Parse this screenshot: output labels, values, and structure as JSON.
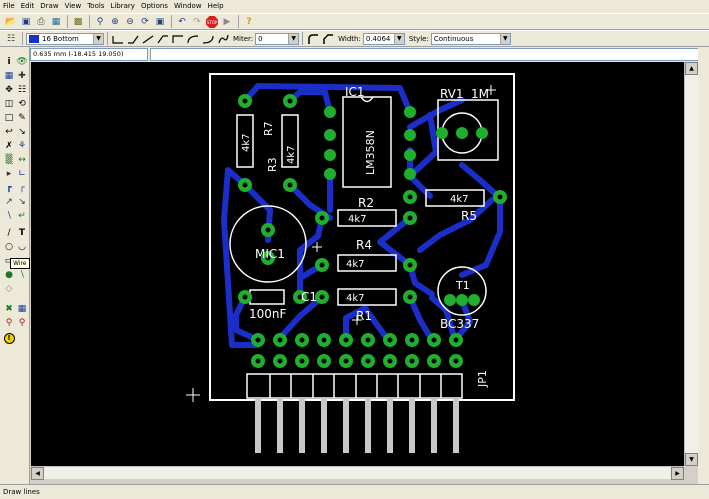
{
  "menu": [
    "File",
    "Edit",
    "Draw",
    "View",
    "Tools",
    "Library",
    "Options",
    "Window",
    "Help"
  ],
  "toolbar2": {
    "layer": "16 Bottom",
    "miter_label": "Miter:",
    "miter_value": "0",
    "width_label": "Width:",
    "width_value": "0.4064",
    "style_label": "Style:",
    "style_value": "Continuous"
  },
  "coords": "0.635 mm (-18.415 19.050)",
  "tooltip": "Wire",
  "status": "Draw lines",
  "board": {
    "ic1": "IC1",
    "ic1_part": "LM358N",
    "rv1": "RV1",
    "rv1_value": "1M",
    "r7": "R7",
    "r7_value": "4k7",
    "r3": "R3",
    "r3_value": "4k7",
    "r2": "R2",
    "r2_value": "4k7",
    "r5": "R5",
    "r5_value": "4k7",
    "r4": "R4",
    "r4_value": "4k7",
    "r1": "R1",
    "r1_value": "4k7",
    "mic": "MIC1",
    "c1": "C1",
    "c1_value": "100nF",
    "t1": "T1",
    "t1_part": "BC337",
    "jp1": "JP1"
  },
  "colors": {
    "canvas": "#000000",
    "trace": "#1c2ec8",
    "pad": "#1fae2e",
    "silk": "#ffffff",
    "outline": "#ffffff"
  }
}
